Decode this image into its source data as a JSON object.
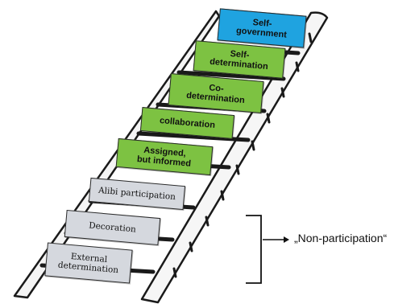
{
  "ladder": {
    "rungs": [
      {
        "label": "Self-\ngovernment",
        "color": "#1fa3e0"
      },
      {
        "label": "Self-\ndetermination",
        "color": "#7dc242"
      },
      {
        "label": "Co-\ndetermination",
        "color": "#7dc242"
      },
      {
        "label": "collaboration",
        "color": "#7dc242"
      },
      {
        "label": "Assigned,\nbut informed",
        "color": "#7dc242"
      },
      {
        "label": "Alibi participation",
        "color": "#d5d8de"
      },
      {
        "label": "Decoration",
        "color": "#d5d8de"
      },
      {
        "label": "External\ndetermination",
        "color": "#d5d8de"
      }
    ]
  },
  "bracket": {
    "label": "„Non-participation“"
  }
}
